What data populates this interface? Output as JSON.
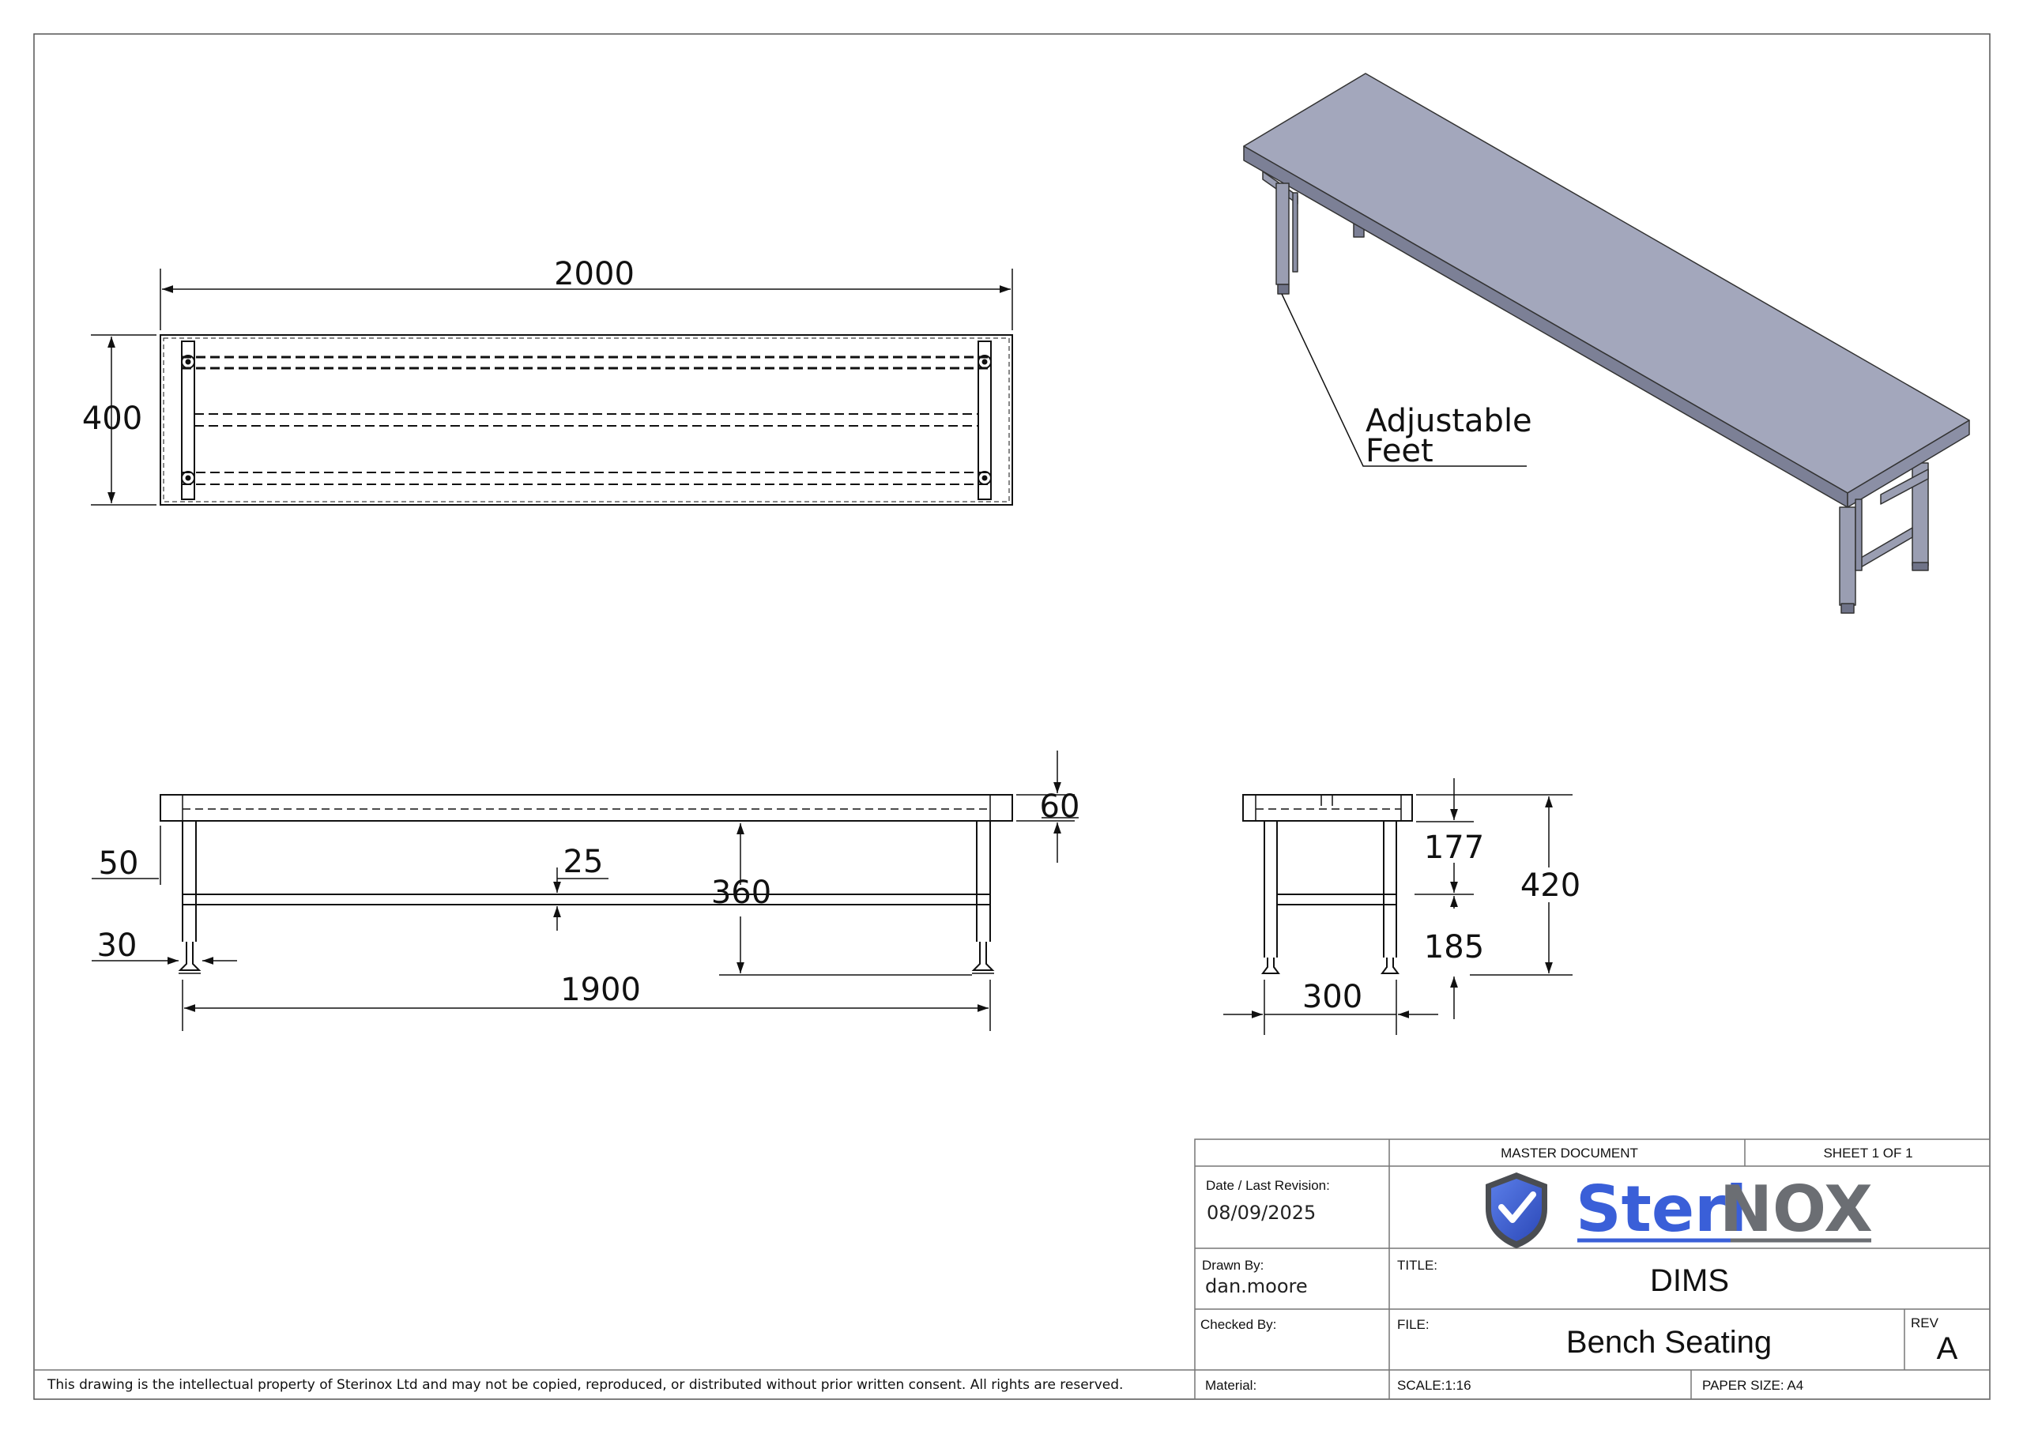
{
  "drawing": {
    "overall_length": "2000",
    "overall_width": "400",
    "top_thickness": "60",
    "leg_inset": "50",
    "rail_size": "25",
    "rail_height": "360",
    "foot_offset": "30",
    "leg_span": "1900",
    "side_upper": "177",
    "side_total": "420",
    "side_lower": "185",
    "side_depth": "300",
    "callout_line1": "Adjustable",
    "callout_line2": "Feet"
  },
  "title_block": {
    "master_document": "MASTER DOCUMENT",
    "sheet": "SHEET 1 OF 1",
    "date_label": "Date / Last Revision:",
    "date_value": "08/09/2025",
    "drawn_by_label": "Drawn By:",
    "drawn_by_value": "dan.moore",
    "checked_by_label": "Checked By:",
    "material_label": "Material:",
    "title_label": "TITLE:",
    "title_value": "DIMS",
    "file_label": "FILE:",
    "file_value": "Bench Seating",
    "rev_label": "REV",
    "rev_value": "A",
    "scale": "SCALE:1:16",
    "paper_size": "PAPER SIZE: A4",
    "logo_part1": "Steri",
    "logo_part2": "NOX",
    "legal": "This drawing is the intellectual property of Sterinox Ltd and may not be copied, reproduced, or distributed without prior written consent. All rights are reserved."
  },
  "colors": {
    "logo_blue": "#3a5fd8",
    "logo_grey": "#6b6e73",
    "bench_top": "#a3a7bc",
    "bench_side": "#7c8096",
    "bench_leg": "#9a9eb2"
  }
}
